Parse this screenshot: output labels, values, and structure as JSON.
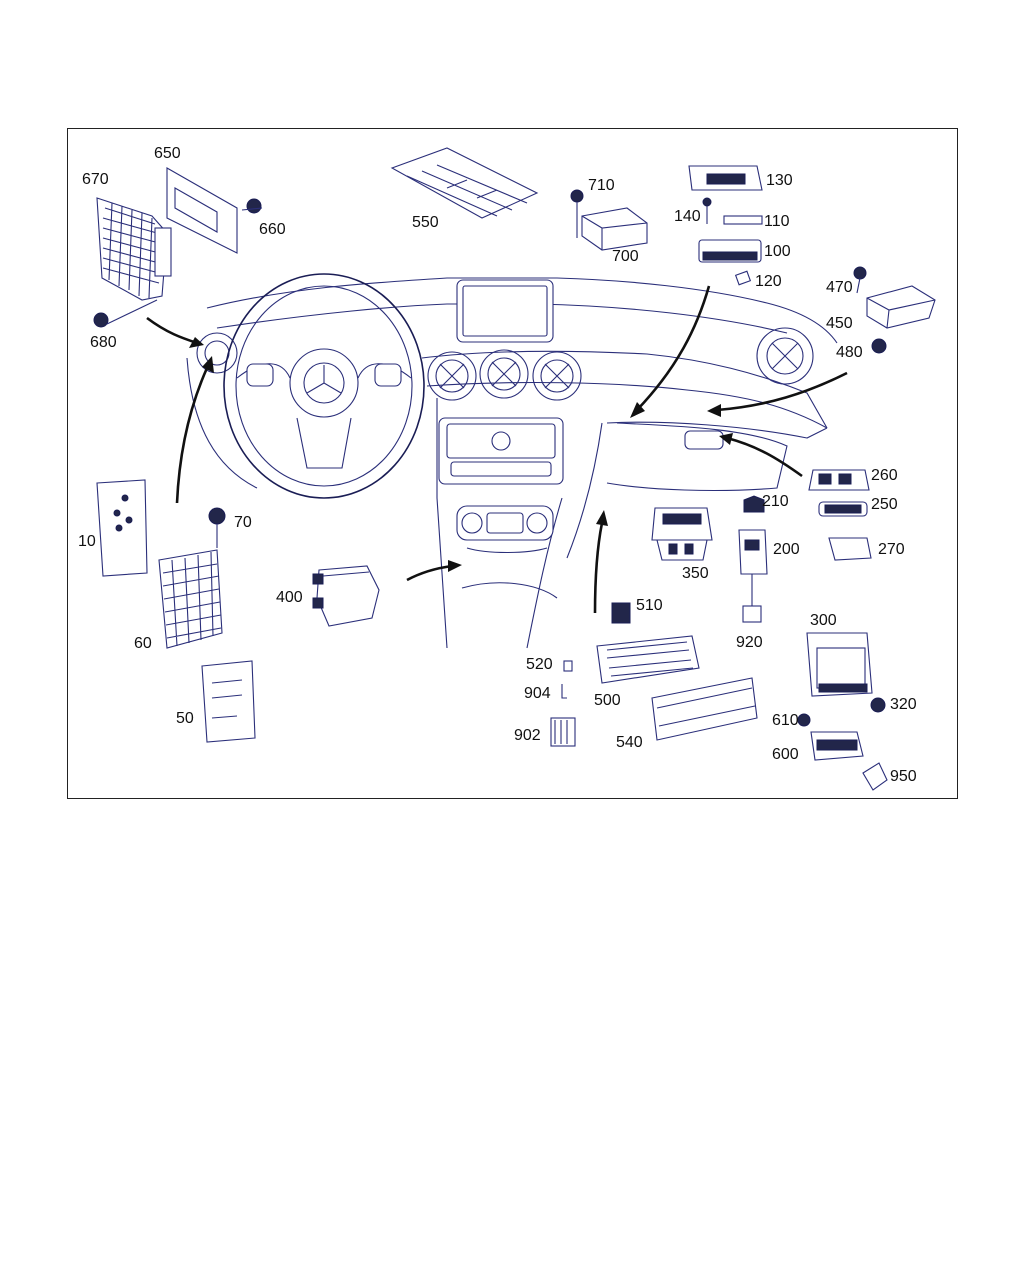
{
  "diagram": {
    "callouts": [
      {
        "id": "c650",
        "text": "650"
      },
      {
        "id": "c670",
        "text": "670"
      },
      {
        "id": "c660",
        "text": "660"
      },
      {
        "id": "c680",
        "text": "680"
      },
      {
        "id": "c550",
        "text": "550"
      },
      {
        "id": "c710",
        "text": "710"
      },
      {
        "id": "c700",
        "text": "700"
      },
      {
        "id": "c130",
        "text": "130"
      },
      {
        "id": "c140",
        "text": "140"
      },
      {
        "id": "c110",
        "text": "110"
      },
      {
        "id": "c100",
        "text": "100"
      },
      {
        "id": "c120",
        "text": "120"
      },
      {
        "id": "c470",
        "text": "470"
      },
      {
        "id": "c450",
        "text": "450"
      },
      {
        "id": "c480",
        "text": "480"
      },
      {
        "id": "c260",
        "text": "260"
      },
      {
        "id": "c250",
        "text": "250"
      },
      {
        "id": "c270",
        "text": "270"
      },
      {
        "id": "c210",
        "text": "210"
      },
      {
        "id": "c200",
        "text": "200"
      },
      {
        "id": "c350",
        "text": "350"
      },
      {
        "id": "c920",
        "text": "920"
      },
      {
        "id": "c300",
        "text": "300"
      },
      {
        "id": "c320",
        "text": "320"
      },
      {
        "id": "c610",
        "text": "610"
      },
      {
        "id": "c600",
        "text": "600"
      },
      {
        "id": "c950",
        "text": "950"
      },
      {
        "id": "c510",
        "text": "510"
      },
      {
        "id": "c520",
        "text": "520"
      },
      {
        "id": "c904",
        "text": "904"
      },
      {
        "id": "c902",
        "text": "902"
      },
      {
        "id": "c500",
        "text": "500"
      },
      {
        "id": "c540",
        "text": "540"
      },
      {
        "id": "c400",
        "text": "400"
      },
      {
        "id": "c10",
        "text": "10"
      },
      {
        "id": "c70",
        "text": "70"
      },
      {
        "id": "c60",
        "text": "60"
      },
      {
        "id": "c50",
        "text": "50"
      }
    ]
  },
  "colors": {
    "line": "#2b2f7a",
    "ink": "#111111",
    "frame": "#222222"
  }
}
